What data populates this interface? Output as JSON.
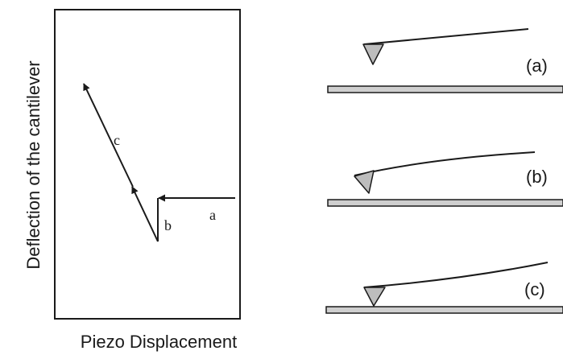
{
  "plot": {
    "ylabel": "Deflection of the cantilever",
    "xlabel": "Piezo Displacement",
    "segments": {
      "a": "a",
      "b": "b",
      "c": "c"
    }
  },
  "states": [
    {
      "label": "(a)"
    },
    {
      "label": "(b)"
    },
    {
      "label": "(c)"
    }
  ]
}
